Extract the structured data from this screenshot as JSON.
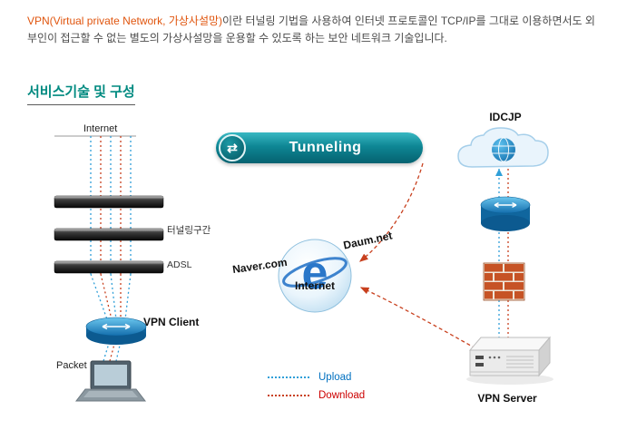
{
  "intro": {
    "highlight": "VPN(Virtual private Network, 가상사설망)",
    "rest": "이란 터널링 기법을 사용하여 인터넷 프로토콜인 TCP/IP를 그대로 이용하면서도 외부인이 접근할 수 없는 별도의 가상사설망을 운용할 수 있도록 하는 보안 네트워크 기술입니다."
  },
  "heading": "서비스기술 및 구성",
  "icons": {
    "tunnel_swap": "⇄",
    "ie_letter": "e"
  },
  "diagram": {
    "labels": {
      "internet_left": "Internet",
      "tunneling": "Tunneling",
      "tunnel_section": "터널링구간",
      "adsl": "ADSL",
      "vpn_client": "VPN Client",
      "packet": "Packet",
      "idcjp": "IDCJP",
      "internet_globe": "Internet",
      "naver": "Naver.com",
      "daum": "Daum.net",
      "vpn_server": "VPN Server"
    },
    "legend": [
      {
        "label": "Upload",
        "color": "#0070c0",
        "line_style": "dotted"
      },
      {
        "label": "Download",
        "color": "#cc0000",
        "line_style": "dotted"
      }
    ],
    "colors": {
      "upload_line": "#2f9fd8",
      "download_line": "#c8401e",
      "banner_teal": "#0e8694",
      "highlight_orange": "#e0550e",
      "heading_teal": "#008a80"
    }
  }
}
